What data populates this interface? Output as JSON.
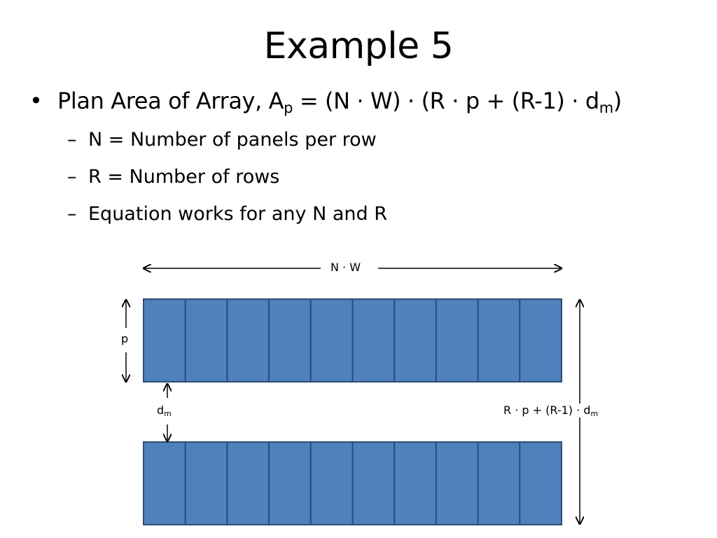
{
  "slide": {
    "title": "Example 5"
  },
  "bullet": {
    "symbol": "•",
    "lead": "Plan Area of Array, A",
    "lead_sub": "p",
    "formula_mid": " = (N · W) · (R · p + (R-1) · d",
    "formula_sub": "m",
    "formula_end": ")"
  },
  "sub_bullets": [
    {
      "dash": "–",
      "text": "N = Number of panels per row"
    },
    {
      "dash": "–",
      "text": "R = Number of rows"
    },
    {
      "dash": "–",
      "text": "Equation works for any N and R"
    }
  ],
  "diagram": {
    "width_label": "N · W",
    "height_label": "p",
    "spacing_label": "d",
    "spacing_label_sub": "m",
    "total_label": "R · p + (R-1) · d",
    "total_label_sub": "m",
    "row_count": 2,
    "panels_per_row": 10,
    "panel_fill": "#4f81bd",
    "panel_stroke": "#2c4d75"
  }
}
